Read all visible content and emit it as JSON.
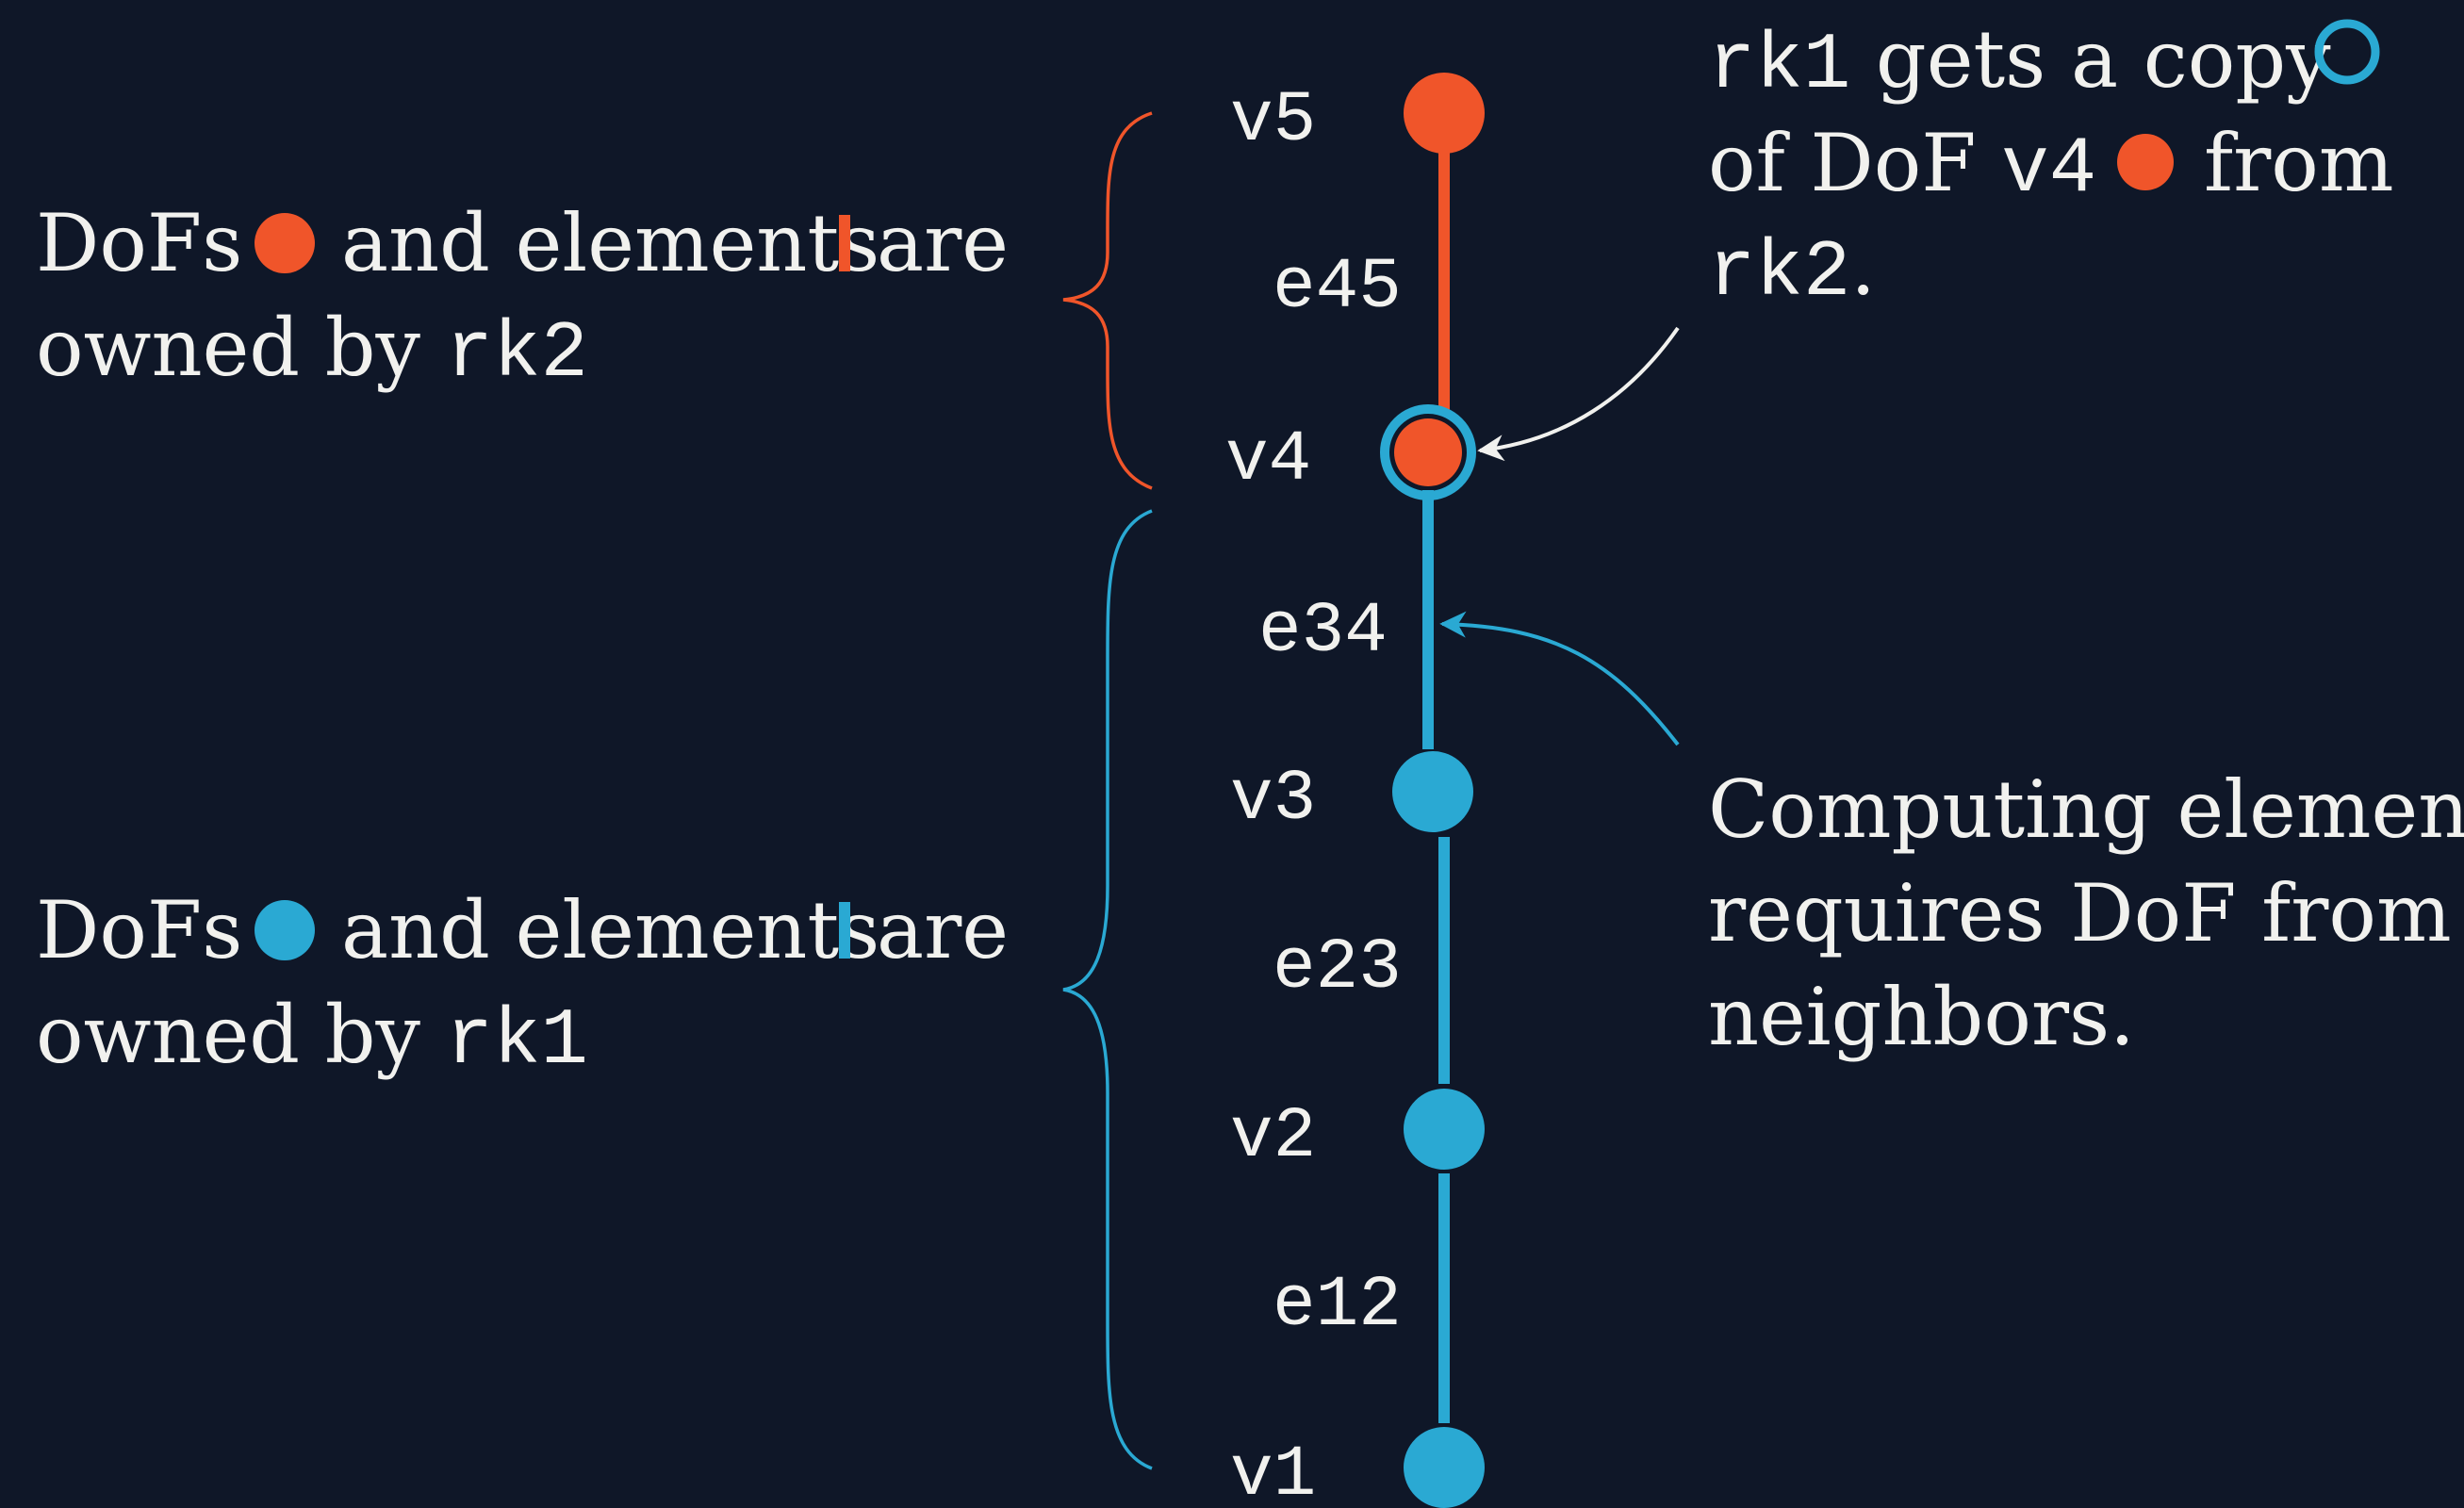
{
  "colors": {
    "background": "#0f1728",
    "rk2": "#f0552a",
    "rk1": "#2aa9d3",
    "text": "#f1f1ee"
  },
  "legend_rk2": {
    "line1_prefix": "DoFs",
    "line1_mid": "and elements",
    "line1_suffix": "are",
    "line2_text": "owned by ",
    "line2_rank": "rk2"
  },
  "legend_rk1": {
    "line1_prefix": "DoFs",
    "line1_mid": "and elements",
    "line1_suffix": "are",
    "line2_text": "owned by ",
    "line2_rank": "rk1"
  },
  "vertices": [
    {
      "label": "v5",
      "owner": "rk2"
    },
    {
      "label": "v4",
      "owner": "rk2",
      "ghost_copy": true
    },
    {
      "label": "v3",
      "owner": "rk1"
    },
    {
      "label": "v2",
      "owner": "rk1"
    },
    {
      "label": "v1",
      "owner": "rk1"
    }
  ],
  "elements": [
    {
      "label": "e45",
      "owner": "rk2"
    },
    {
      "label": "e34",
      "owner": "rk1"
    },
    {
      "label": "e23",
      "owner": "rk1"
    },
    {
      "label": "e12",
      "owner": "rk1"
    }
  ],
  "annotation_copy": {
    "line1_rank": "rk1",
    "line1_text": " gets a copy",
    "line2_text": "of DoF ",
    "line2_vertex": "v4",
    "line2_suffix": "from",
    "line3_rank": "rk2",
    "line3_suffix": "."
  },
  "annotation_compute": {
    "line1": "Computing element",
    "line2": "requires DoF from",
    "line3": "neighbors."
  }
}
